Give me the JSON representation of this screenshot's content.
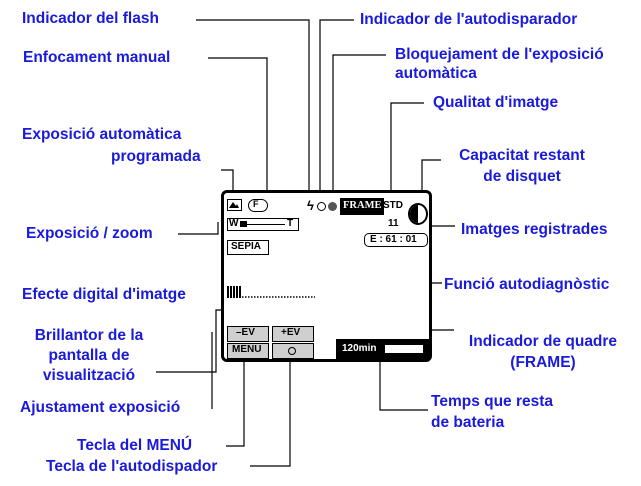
{
  "labels": {
    "flash_indicator": "Indicador del flash",
    "manual_focus": "Enfocament manual",
    "programmed_ae_line1": "Exposició automàtica",
    "programmed_ae_line2": "programada",
    "exposure_zoom": "Exposició / zoom",
    "digital_effect": "Efecte digital d'imatge",
    "brightness_line1": "Brillantor de la",
    "brightness_line2": "pantalla de",
    "brightness_line3": "visualització",
    "exposure_adjust": "Ajustament exposició",
    "menu_key": "Tecla del MENÚ",
    "selftimer_key": "Tecla de l'autodispador",
    "selftimer_indicator": "Indicador de l'autodisparador",
    "ae_lock_line1": "Bloquejament de l'exposició",
    "ae_lock_line2": "automàtica",
    "image_quality": "Qualitat d'imatge",
    "disk_capacity_line1": "Capacitat restant",
    "disk_capacity_line2": "de disquet",
    "images_recorded": "Imatges registrades",
    "self_diagnostic": "Funció autodiagnòstic",
    "frame_indicator_line1": "Indicador de quadre",
    "frame_indicator_line2": "(FRAME)",
    "battery_line1": "Temps que resta",
    "battery_line2": "de bateria"
  },
  "screen": {
    "zoom_w": "W",
    "zoom_t": "T",
    "sepia": "SEPIA",
    "frame": "FRAME",
    "quality": "STD",
    "image_count": "11",
    "diagnostic": "E : 61 : 01",
    "minus_ev": "–EV",
    "plus_ev": "+EV",
    "menu": "MENU",
    "battery_time": "120min",
    "flash_symbol": "ϟ"
  },
  "colors": {
    "label": "#1a1adb",
    "screen_fg": "#000000",
    "key_bg": "#cfcfcf"
  }
}
